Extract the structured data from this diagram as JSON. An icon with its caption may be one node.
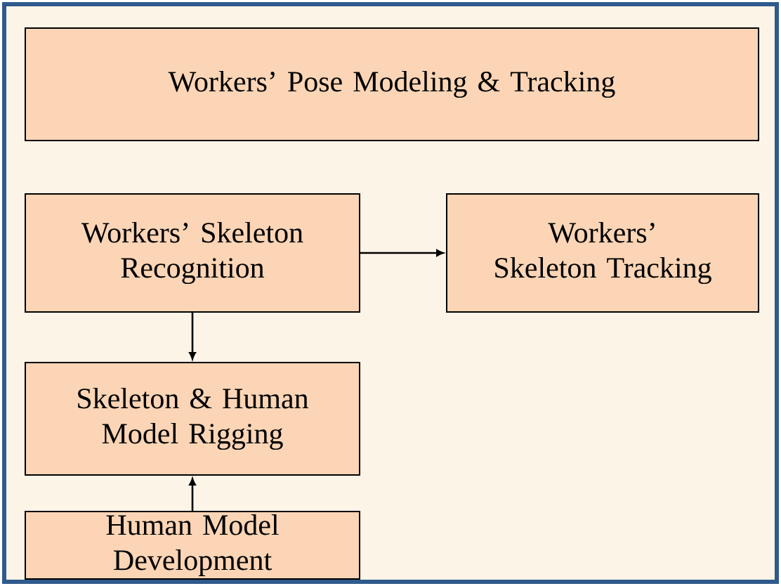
{
  "diagram": {
    "nodes": [
      {
        "text": [
          "Workers’ Pose Modeling & Tracking"
        ]
      },
      {
        "text": [
          "Workers’ Skeleton Recognition"
        ]
      },
      {
        "text": [
          "Workers’ Skeleton Tracking"
        ]
      },
      {
        "text": [
          "Skeleton & Human Model Rigging"
        ]
      },
      {
        "text": [
          "Human Model Development"
        ]
      }
    ],
    "edges": [
      {
        "from": 1,
        "to": 2,
        "arrow": "to"
      },
      {
        "from": 1,
        "to": 3,
        "arrow": "to"
      },
      {
        "from": 4,
        "to": 3,
        "arrow": "to"
      }
    ]
  }
}
